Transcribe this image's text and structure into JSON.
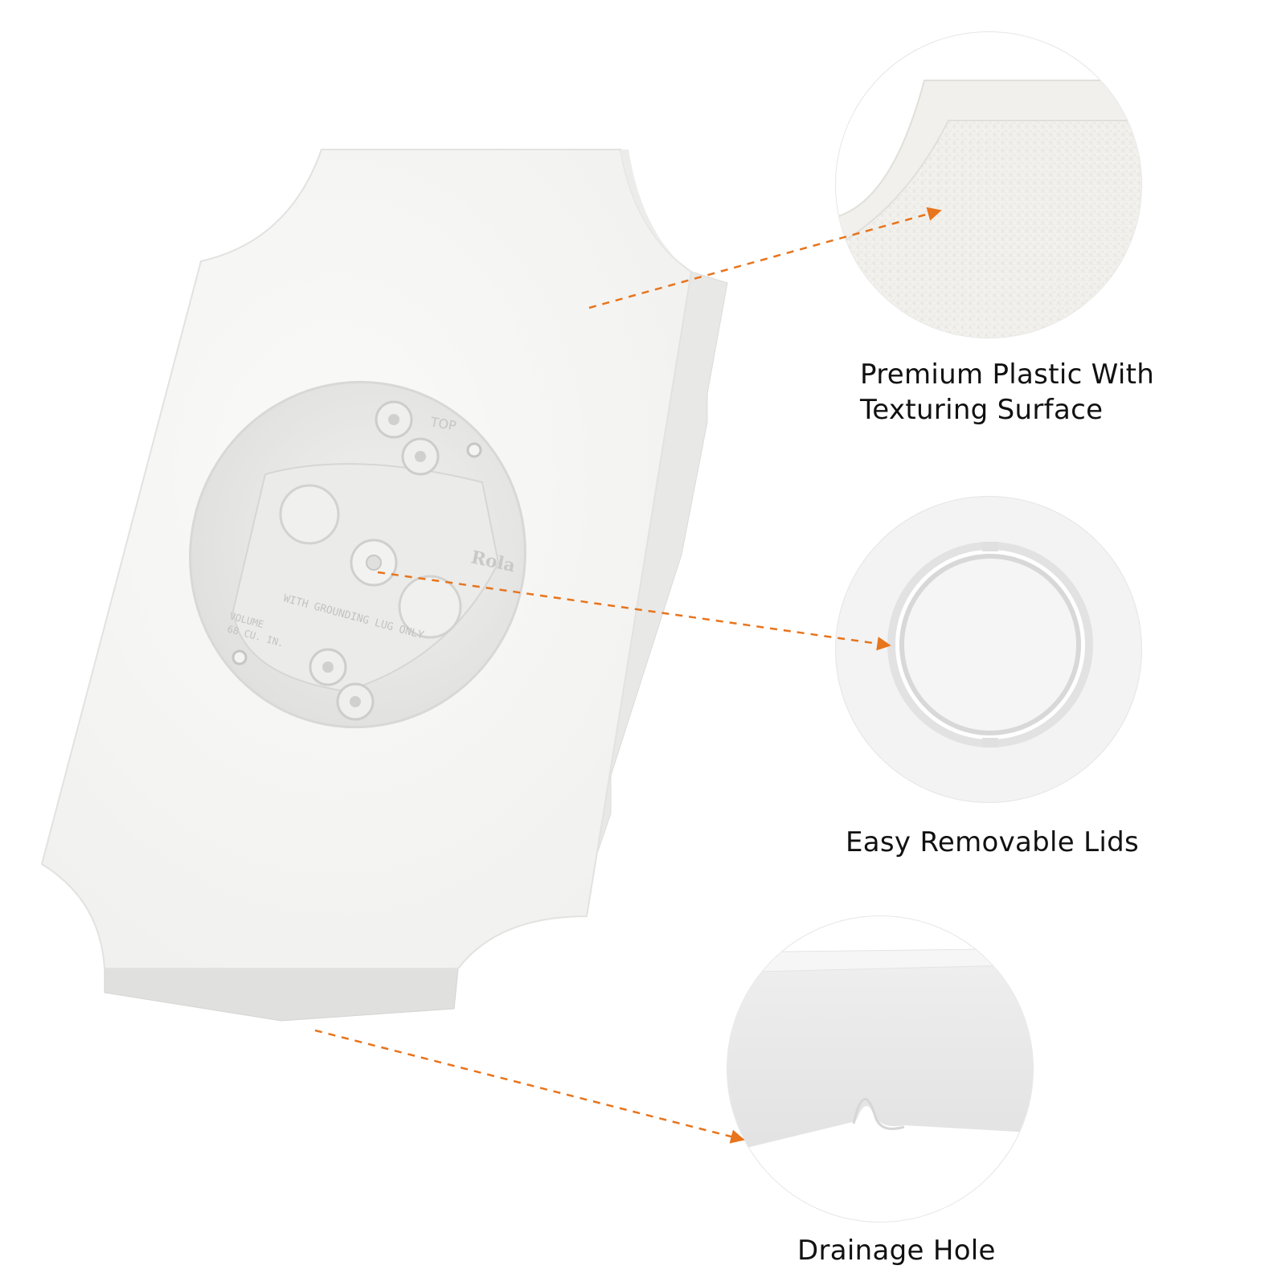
{
  "colors": {
    "arrow": "#e8741c",
    "plate_face": "#f6f6f4",
    "plate_edge": "#e4e4e2",
    "plate_shadow": "#d2d2d0",
    "circle_border": "#e6e6e6",
    "label_text": "#111111"
  },
  "product": {
    "embossed_text": {
      "top_mark": "TOP",
      "brand_mark": "Rola",
      "grounding": "WITH GROUNDING LUG ONLY",
      "volume_line1": "VOLUME",
      "volume_line2": "68 CU. IN."
    }
  },
  "callouts": [
    {
      "id": "texture",
      "label_line1": "Premium Plastic With",
      "label_line2": "Texturing Surface"
    },
    {
      "id": "lids",
      "label": "Easy Removable Lids"
    },
    {
      "id": "drain",
      "label": "Drainage Hole"
    }
  ]
}
